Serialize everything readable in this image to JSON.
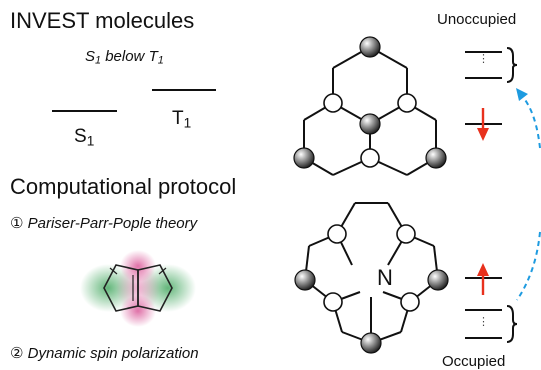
{
  "title": "INVEST molecules",
  "subtitle": {
    "s": "S",
    "s_sub": "1",
    "mid": " below ",
    "t": "T",
    "t_sub": "1"
  },
  "levels": {
    "s1": {
      "main": "S",
      "sub": "1"
    },
    "t1": {
      "main": "T",
      "sub": "1"
    }
  },
  "section_title": "Computational protocol",
  "steps": [
    {
      "marker": "①",
      "label": "Pariser-Parr-Pople theory"
    },
    {
      "marker": "②",
      "label": "Dynamic spin polarization"
    }
  ],
  "orbital_labels": {
    "unoccupied": "Unoccupied",
    "occupied": "Occupied",
    "dots": "⋮"
  },
  "center_atom": "N",
  "colors": {
    "spin_arrow": "#e8311d",
    "transition_arrow": "#1e9be0",
    "bond": "#111111"
  }
}
